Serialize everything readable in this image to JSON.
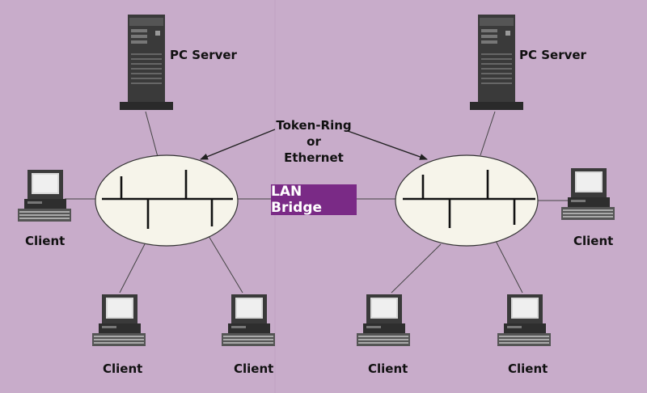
{
  "diagram": {
    "colors": {
      "background": "#c8acca",
      "ring_fill": "#f6f4ea",
      "bridge_box": "#7a2a86",
      "bridge_text": "#ffffff",
      "server_body": "#3a3a3a",
      "line": "#444444"
    },
    "labels": {
      "server_left": "PC Server",
      "server_right": "PC Server",
      "medium_line1": "Token-Ring",
      "medium_line2": "or",
      "medium_line3": "Ethernet",
      "bridge": "LAN Bridge",
      "client_left": "Client",
      "client_right": "Client",
      "client_bottom_1": "Client",
      "client_bottom_2": "Client",
      "client_bottom_3": "Client",
      "client_bottom_4": "Client"
    },
    "icons": {
      "server": "tower-server-icon",
      "client": "desktop-computer-icon",
      "network": "network-ring-icon"
    }
  }
}
